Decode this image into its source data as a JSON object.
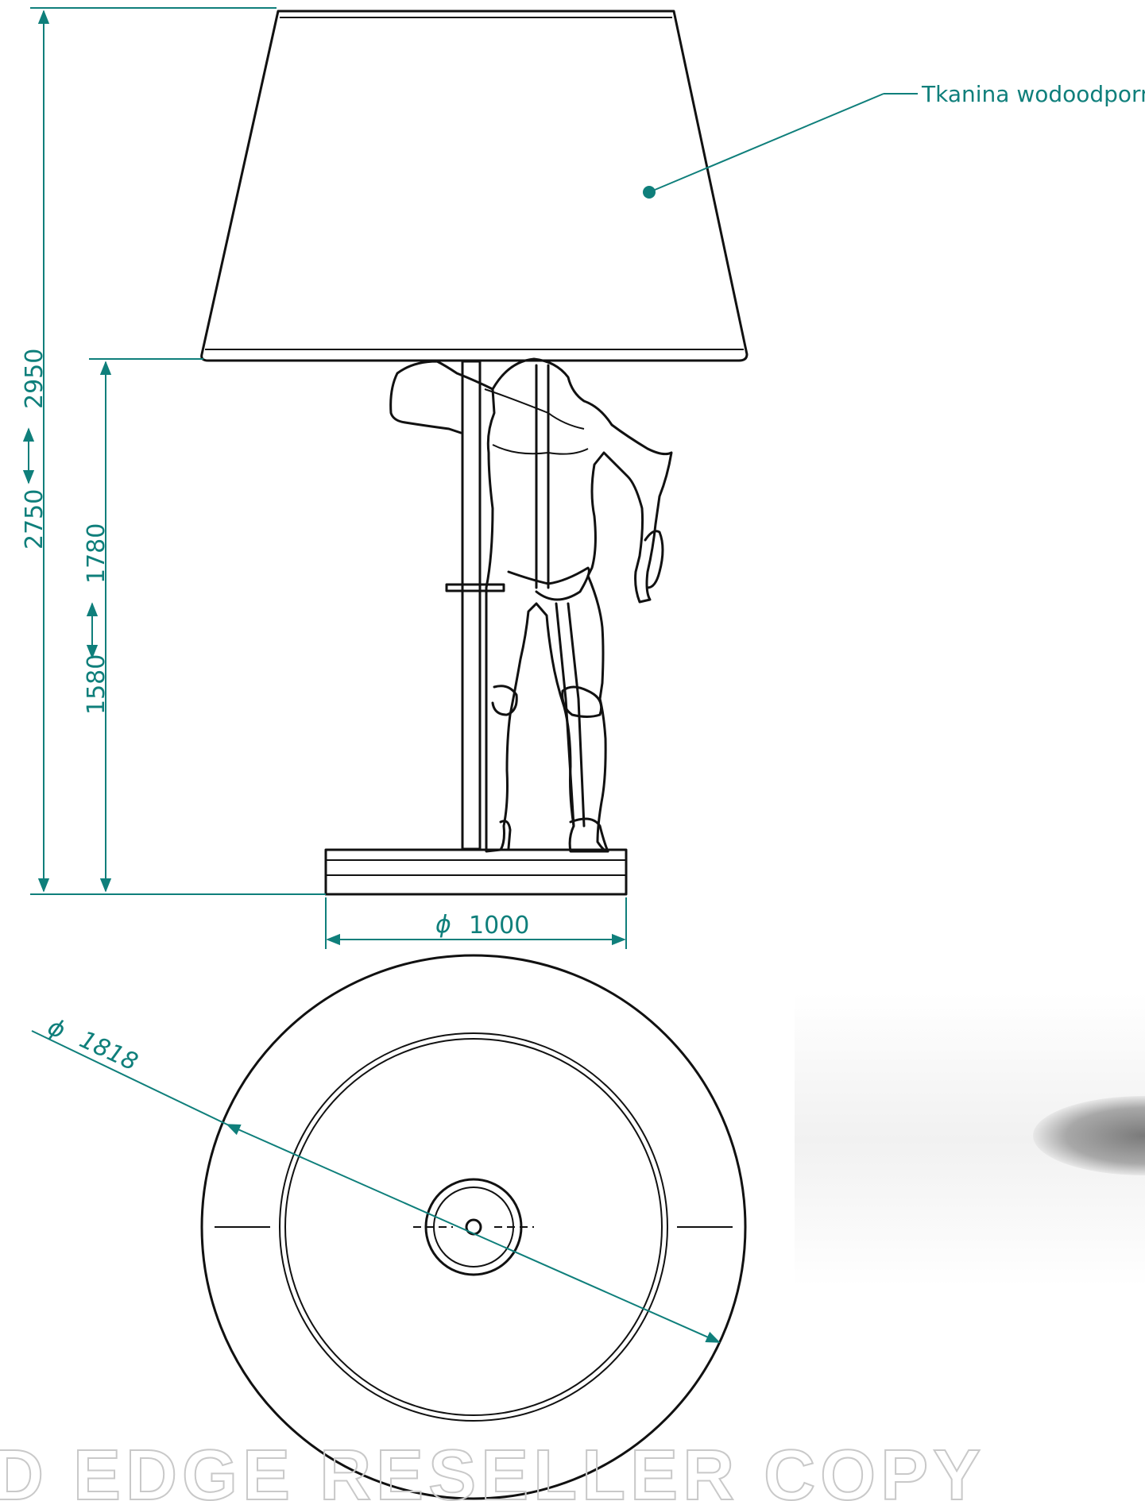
{
  "material_label": "Tkanina wodoodporna",
  "dimensions": {
    "height_total": "2950",
    "height_shade_bottom": "2750",
    "height_pole": "1780",
    "height_shelf": "1580",
    "base_diameter_symbol": "ϕ",
    "base_diameter": "1000",
    "top_diameter_symbol": "ϕ",
    "top_diameter": "1818"
  },
  "watermark": "D EDGE RESELLER COPY",
  "colors": {
    "dimension": "#0f7f7b",
    "line": "#111111",
    "watermark": "#c9c9c9"
  }
}
